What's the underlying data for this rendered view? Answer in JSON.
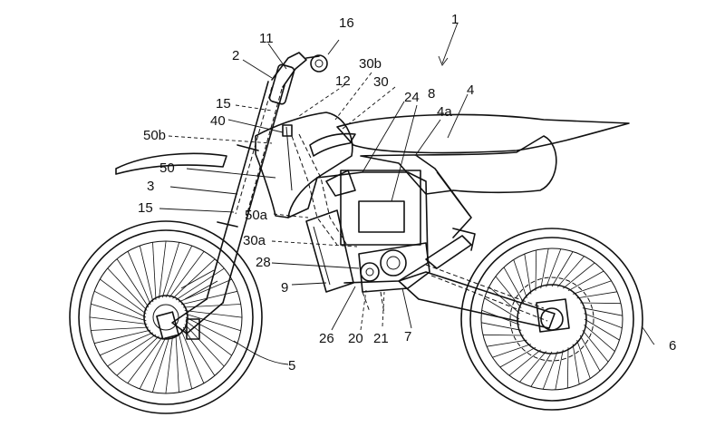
{
  "figure": {
    "subject": "electric motorcycle patent side view",
    "labels": {
      "l1": "1",
      "l2": "2",
      "l3": "3",
      "l4": "4",
      "l4a": "4a",
      "l5": "5",
      "l6": "6",
      "l7": "7",
      "l8": "8",
      "l9": "9",
      "l11": "11",
      "l12": "12",
      "l15a": "15",
      "l15b": "15",
      "l16": "16",
      "l20": "20",
      "l21": "21",
      "l24": "24",
      "l26": "26",
      "l28": "28",
      "l30": "30",
      "l30a": "30a",
      "l30b": "30b",
      "l40": "40",
      "l50": "50",
      "l50a": "50a",
      "l50b": "50b"
    }
  }
}
